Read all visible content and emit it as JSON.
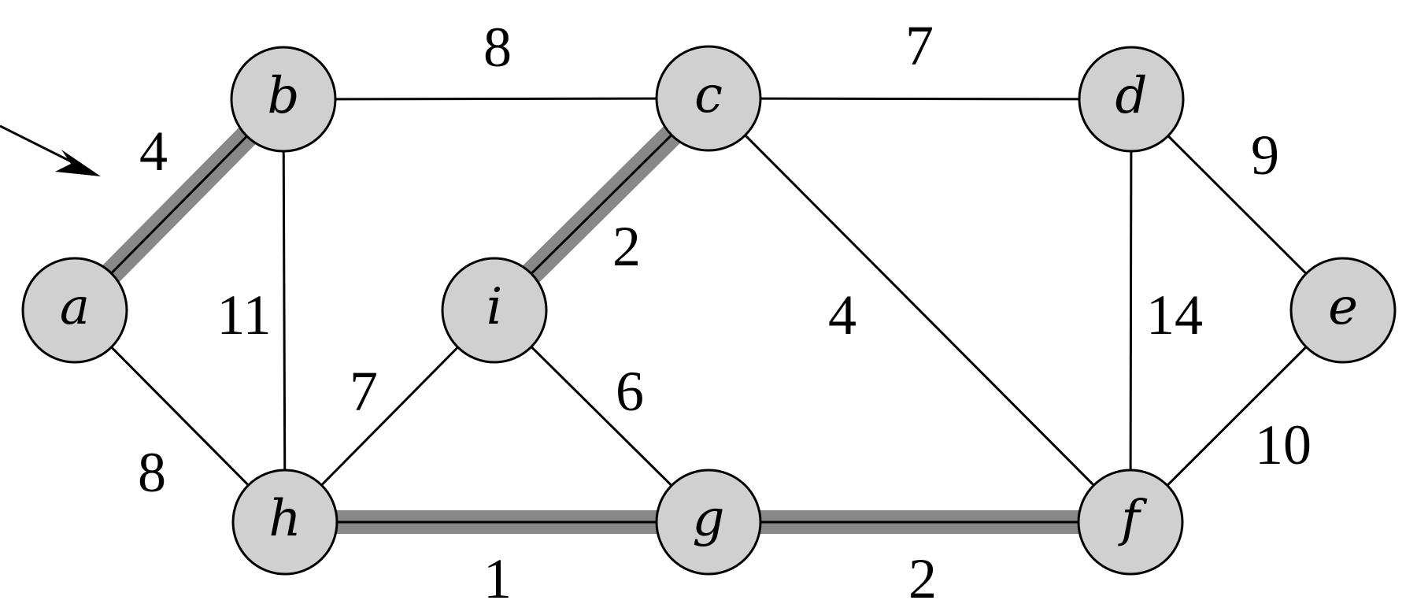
{
  "diagram": {
    "type": "weighted-undirected-graph",
    "highlight_color": "#888888",
    "node_fill": "#d0d0d0",
    "nodes": [
      {
        "id": "a",
        "label": "a"
      },
      {
        "id": "b",
        "label": "b"
      },
      {
        "id": "c",
        "label": "c"
      },
      {
        "id": "d",
        "label": "d"
      },
      {
        "id": "e",
        "label": "e"
      },
      {
        "id": "f",
        "label": "f"
      },
      {
        "id": "g",
        "label": "g"
      },
      {
        "id": "h",
        "label": "h"
      },
      {
        "id": "i",
        "label": "i"
      }
    ],
    "edges": [
      {
        "from": "a",
        "to": "b",
        "weight": "4",
        "highlighted": true
      },
      {
        "from": "b",
        "to": "c",
        "weight": "8",
        "highlighted": false
      },
      {
        "from": "c",
        "to": "d",
        "weight": "7",
        "highlighted": false
      },
      {
        "from": "d",
        "to": "e",
        "weight": "9",
        "highlighted": false
      },
      {
        "from": "a",
        "to": "h",
        "weight": "8",
        "highlighted": false
      },
      {
        "from": "b",
        "to": "h",
        "weight": "11",
        "highlighted": false
      },
      {
        "from": "h",
        "to": "i",
        "weight": "7",
        "highlighted": false
      },
      {
        "from": "i",
        "to": "c",
        "weight": "2",
        "highlighted": true
      },
      {
        "from": "i",
        "to": "g",
        "weight": "6",
        "highlighted": false
      },
      {
        "from": "c",
        "to": "f",
        "weight": "4",
        "highlighted": false
      },
      {
        "from": "d",
        "to": "f",
        "weight": "14",
        "highlighted": false
      },
      {
        "from": "e",
        "to": "f",
        "weight": "10",
        "highlighted": false
      },
      {
        "from": "h",
        "to": "g",
        "weight": "1",
        "highlighted": true
      },
      {
        "from": "g",
        "to": "f",
        "weight": "2",
        "highlighted": true
      }
    ],
    "pointer_arrow": {
      "target_edge": "a-b"
    }
  }
}
